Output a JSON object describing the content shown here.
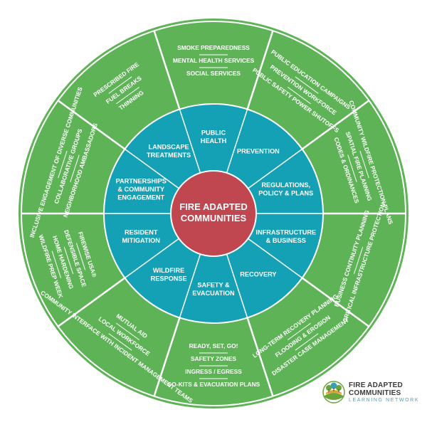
{
  "colors": {
    "outer": "#5db356",
    "middle": "#14a0b5",
    "center": "#c0464f",
    "line": "#ffffff",
    "logo_green": "#6aa43a",
    "logo_gold": "#e0a52a",
    "logo_teal": "#3a9fb5"
  },
  "center": {
    "lines": [
      "FIRE ADAPTED",
      "COMMUNITIES"
    ]
  },
  "inner_ring": [
    {
      "id": "public-health",
      "lines": [
        "PUBLIC",
        "HEALTH"
      ]
    },
    {
      "id": "prevention",
      "lines": [
        "PREVENTION"
      ]
    },
    {
      "id": "regulations",
      "lines": [
        "REGULATIONS,",
        "POLICY & PLANS"
      ]
    },
    {
      "id": "infrastructure",
      "lines": [
        "INFRASTRUCTURE",
        "& BUSINESS"
      ]
    },
    {
      "id": "recovery",
      "lines": [
        "RECOVERY"
      ]
    },
    {
      "id": "safety-evacuation",
      "lines": [
        "SAFETY &",
        "EVACUATION"
      ]
    },
    {
      "id": "wildfire-response",
      "lines": [
        "WILDFIRE",
        "RESPONSE"
      ]
    },
    {
      "id": "resident-mitigation",
      "lines": [
        "RESIDENT",
        "MITIGATION"
      ]
    },
    {
      "id": "partnerships",
      "lines": [
        "PARTNERSHIPS",
        "& COMMUNITY",
        "ENGAGEMENT"
      ]
    },
    {
      "id": "landscape",
      "lines": [
        "LANDSCAPE",
        "TREATMENTS"
      ]
    }
  ],
  "outer_ring": [
    {
      "id": "public-health",
      "items": [
        "SMOKE PREPAREDNESS",
        "MENTAL HEALTH SERVICES",
        "SOCIAL SERVICES"
      ]
    },
    {
      "id": "prevention",
      "items": [
        "PUBLIC EDUCATION CAMPAIGNS",
        "PREVENTION WORKFORCE",
        "PUBLIC SAFETY POWER SHUTOFFS"
      ]
    },
    {
      "id": "regulations",
      "items": [
        "COMMUNITY WILDFIRE PROTECTION PLANS",
        "SPATIAL FIRE PLANNING",
        "CODES & ORDINANCES"
      ]
    },
    {
      "id": "infrastructure",
      "items": [
        "BUSINESS CONTINUITY PLANNING",
        "CRITICAL INFRASTRUCTURE PROTECTION"
      ]
    },
    {
      "id": "recovery",
      "items": [
        "LONG-TERM RECOVERY PLANNING",
        "FLOODING & EROSION",
        "DISASTER CASE MANAGEMENT"
      ]
    },
    {
      "id": "safety-evacuation",
      "items": [
        "READY, SET, GO!",
        "SAFETY ZONES",
        "INGRESS / EGRESS",
        "GO-KITS & EVACUATION PLANS"
      ]
    },
    {
      "id": "wildfire-response",
      "items": [
        "MUTUAL AID",
        "LOCAL WORKFORCE",
        "COMMUNITY INTERFACE WITH INCIDENT MANAGEMENT TEAMS"
      ]
    },
    {
      "id": "resident-mitigation",
      "items": [
        "FIREWISE USA®",
        "DEFENSIBLE SPACE",
        "HOME HARDENING",
        "WILDFIRE PREP WEEK"
      ]
    },
    {
      "id": "partnerships",
      "items": [
        "INCLUSIVE ENGAGEMENT OF DIVERSE COMMUNITIES",
        "COLLABORATIVE GROUPS",
        "NEIGHBORHOOD AMBASSADORS"
      ]
    },
    {
      "id": "landscape",
      "items": [
        "PRESCRIBED FIRE",
        "FUEL BREAKS",
        "THINNING"
      ]
    }
  ],
  "logo": {
    "line1": "FIRE ADAPTED",
    "line2": "COMMUNITIES",
    "line3": "LEARNING NETWORK",
    "icon": "globe-trees-icon"
  }
}
